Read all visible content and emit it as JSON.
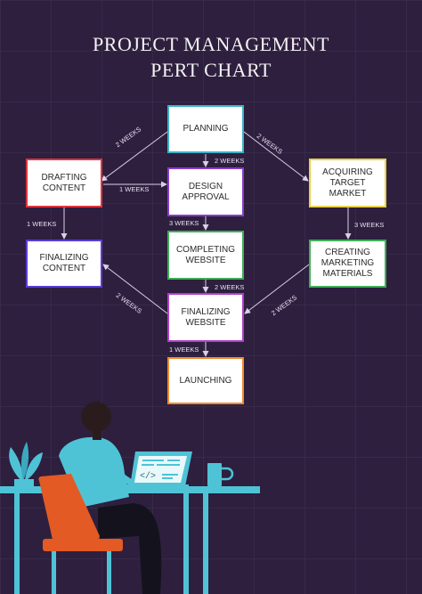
{
  "title": {
    "line1": "PROJECT MANAGEMENT",
    "line2": "PERT CHART"
  },
  "nodes": {
    "planning": "PLANNING",
    "drafting": "DRAFTING\nCONTENT",
    "design": "DESIGN\nAPPROVAL",
    "acquiring": "ACQUIRING\nTARGET\nMARKET",
    "finalizing_content": "FINALIZING\nCONTENT",
    "completing": "COMPLETING\nWEBSITE",
    "creating": "CREATING\nMARKETING\nMATERIALS",
    "finalizing_website": "FINALIZING\nWEBSITE",
    "launching": "LAUNCHING"
  },
  "edges": {
    "planning_drafting": "2 WEEKS",
    "planning_acquiring": "2 WEEKS",
    "planning_design": "2 WEEKS",
    "drafting_design": "1 WEEKS",
    "drafting_finalizing": "1 WEEKS",
    "design_completing": "3 WEEKS",
    "acquiring_creating": "3 WEEKS",
    "completing_finalizing": "2 WEEKS",
    "finalizingweb_content": "2 WEEKS",
    "creating_finalizingweb": "2 WEEKS",
    "finalizingweb_launching": "1 WEEKS"
  },
  "colors": {
    "background": "#2e1f3f",
    "border_planning": "#3bb3c8",
    "border_drafting": "#e0353d",
    "border_design": "#8a3dc9",
    "border_acquiring": "#e6d24a",
    "border_finalizing_content": "#5a3dd6",
    "border_completing": "#3fae57",
    "border_creating": "#3fae57",
    "border_finalizing_website": "#b03fc9",
    "border_launching": "#f08a2c",
    "desk": "#4fc3d6",
    "chair": "#e35a24"
  },
  "icons": [
    "person-at-laptop-illustration",
    "laptop-code-icon",
    "potted-plant-icon",
    "coffee-mug-icon"
  ]
}
